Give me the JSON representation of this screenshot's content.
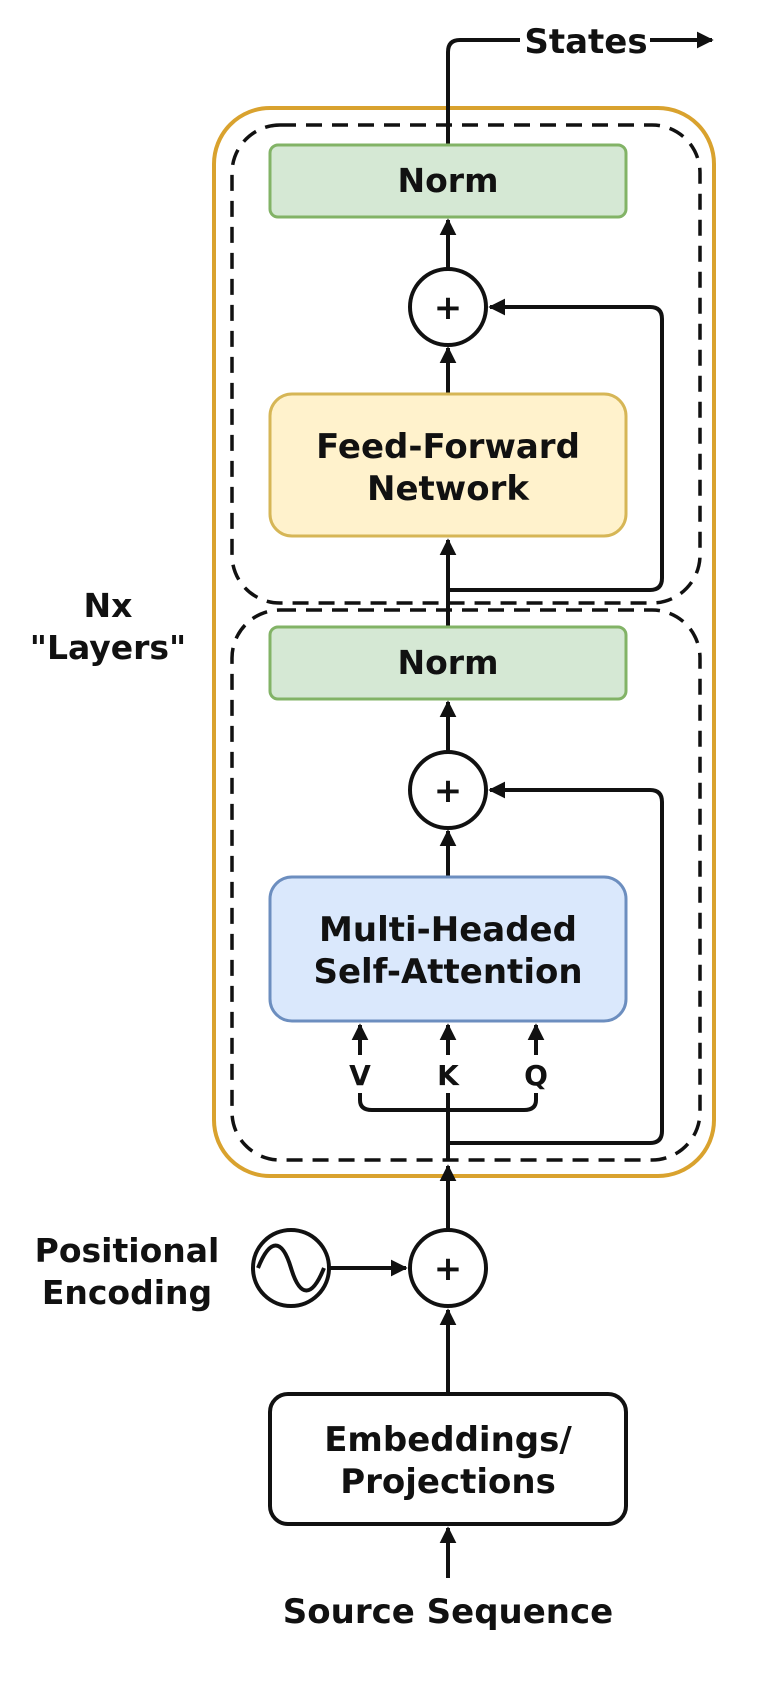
{
  "output_label": "States",
  "layer_repeat": {
    "count": "Nx",
    "name": "\"Layers\""
  },
  "upper_sublayer": {
    "norm": "Norm",
    "add_symbol": "+",
    "ffn_line1": "Feed-Forward",
    "ffn_line2": "Network"
  },
  "lower_sublayer": {
    "norm": "Norm",
    "add_symbol": "+",
    "attn_line1": "Multi-Headed",
    "attn_line2": "Self-Attention",
    "inputs": [
      "V",
      "K",
      "Q"
    ]
  },
  "positional": {
    "line1": "Positional",
    "line2": "Encoding",
    "add_symbol": "+"
  },
  "embeddings": {
    "line1": "Embeddings/",
    "line2": "Projections"
  },
  "input_label": "Source Sequence",
  "colors": {
    "outer_frame": "#d9a22e",
    "norm_fill": "#d5e8d4",
    "norm_stroke": "#82b366",
    "ffn_fill": "#fff2cc",
    "ffn_stroke": "#d6b656",
    "attn_fill": "#dae8fc",
    "attn_stroke": "#6c8ebf",
    "line": "#111111"
  }
}
